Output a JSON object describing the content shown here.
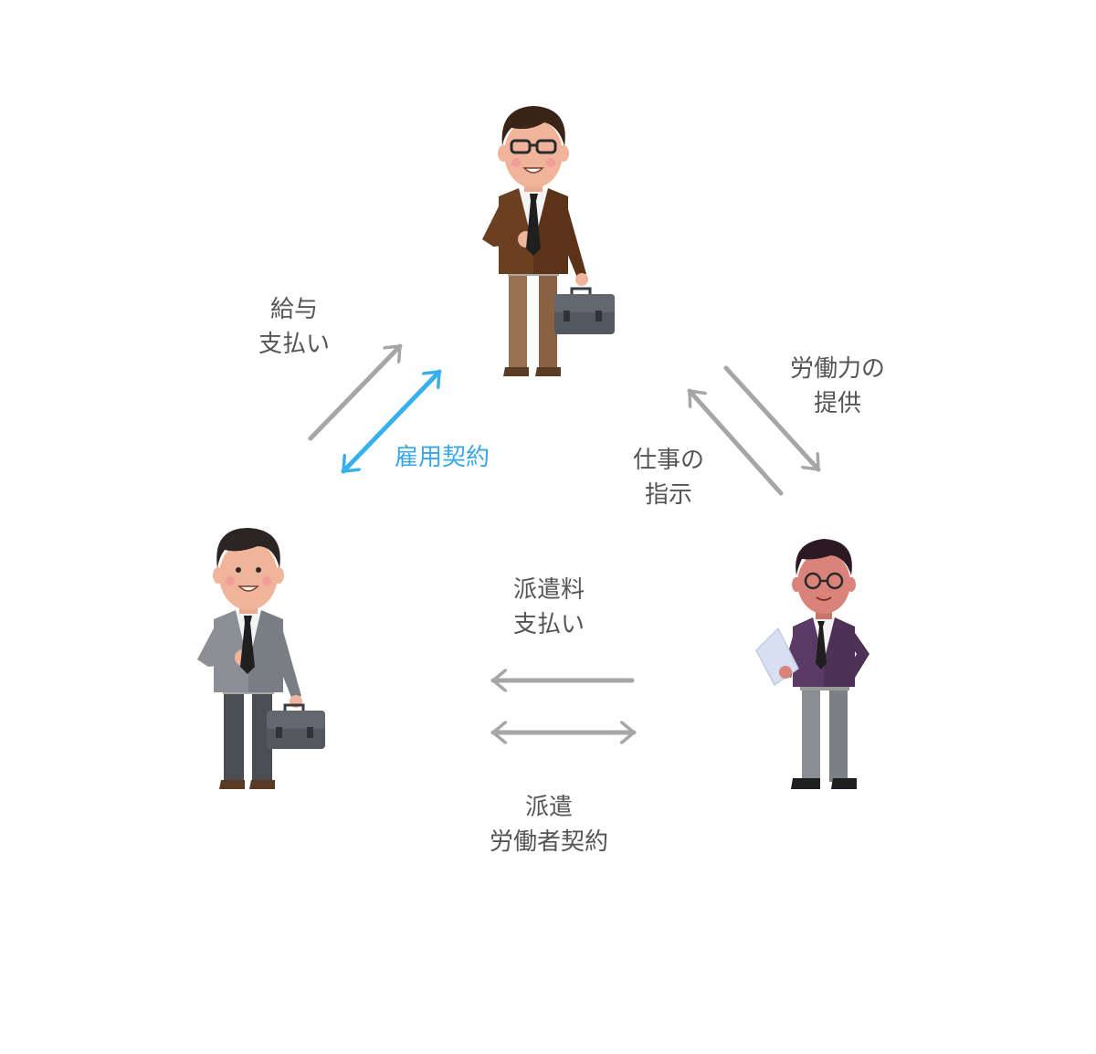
{
  "colors": {
    "arrow_gray": "#a6a6a6",
    "arrow_blue": "#38b0ee",
    "label_gray": "#555555",
    "label_blue": "#3aa8e8"
  },
  "labels": {
    "salary": [
      "給与",
      "支払い"
    ],
    "employment": [
      "雇用契約"
    ],
    "labor": [
      "労働力の",
      "提供"
    ],
    "instruction": [
      "仕事の",
      "指示"
    ],
    "fee": [
      "派遣料",
      "支払い"
    ],
    "dispatch": [
      "派遣",
      "労働者契約"
    ]
  }
}
